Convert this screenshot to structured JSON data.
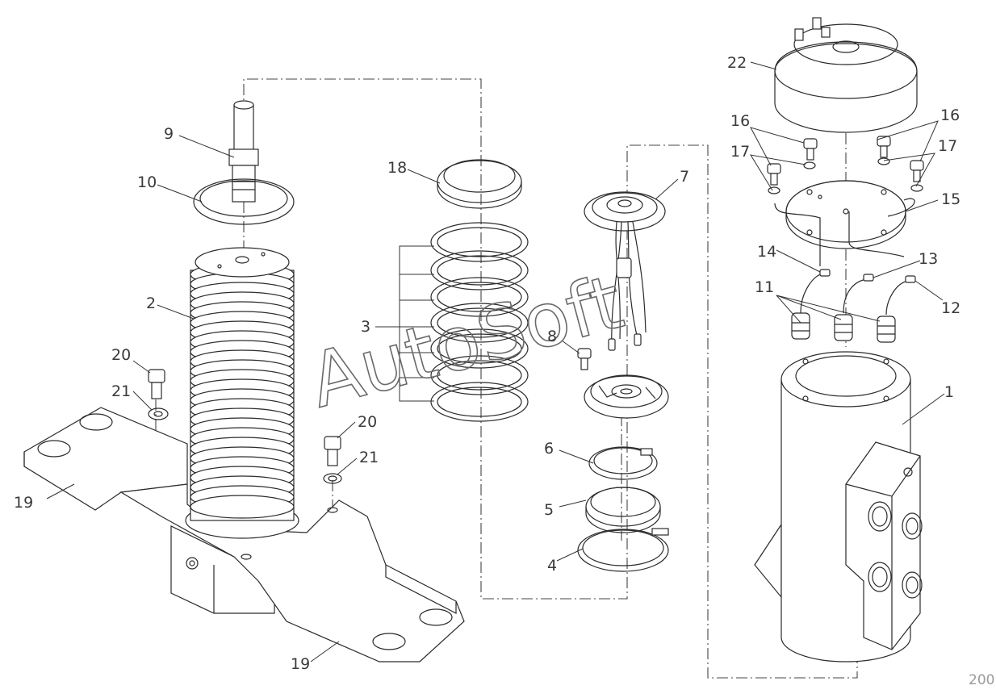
{
  "diagram": {
    "labels": {
      "p1": "1",
      "p2": "2",
      "p3": "3",
      "p4": "4",
      "p5": "5",
      "p6": "6",
      "p7": "7",
      "p8": "8",
      "p9": "9",
      "p10": "10",
      "p11": "11",
      "p12": "12",
      "p13": "13",
      "p14": "14",
      "p15": "15",
      "p16": "16",
      "p17": "17",
      "p18": "18",
      "p19": "19",
      "p20": "20",
      "p21": "21",
      "p22": "22"
    },
    "watermark": "AutoSoft",
    "page_number": "200"
  }
}
